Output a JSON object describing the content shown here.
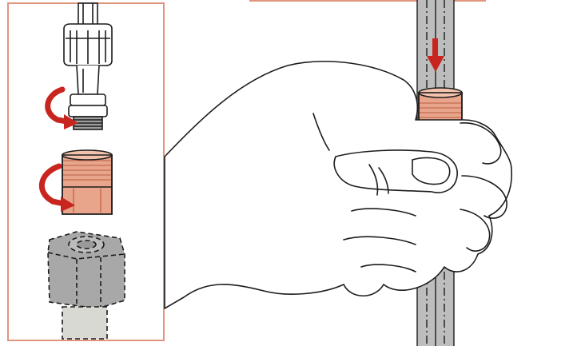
{
  "figure": {
    "text": "",
    "colors": {
      "frame": "#e0957c",
      "copper_fill": "#e9a58c",
      "copper_dark": "#c9714f",
      "arrow_red": "#c8251e",
      "hose_gray": "#bdbdbd",
      "hose_light": "#d9d9d4",
      "nut_gray": "#a8a8a8",
      "line": "#1c1c1c"
    },
    "inset_panel": {
      "steps": [
        {
          "name": "shower-head-connector",
          "icon": "connector-unscrew"
        },
        {
          "name": "copper-adapter",
          "icon": "adapter-rotate"
        },
        {
          "name": "hose-nut",
          "icon": "hex-nut-dashed"
        }
      ]
    },
    "main_scene": {
      "elements": [
        "hand",
        "vertical-hose",
        "copper-adapter",
        "down-arrow"
      ]
    }
  }
}
